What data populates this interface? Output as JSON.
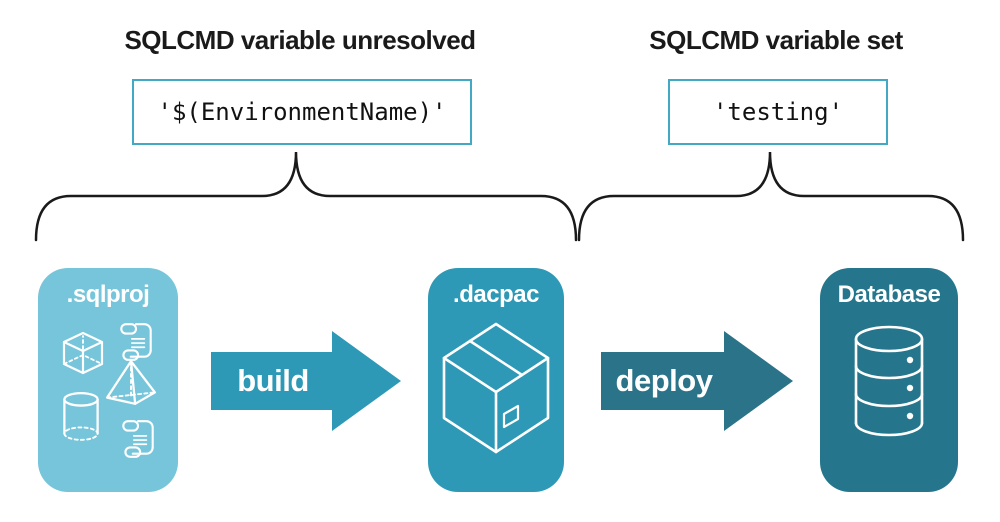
{
  "diagram": {
    "left_annotation": {
      "heading": "SQLCMD variable unresolved",
      "code": "'$(EnvironmentName)'"
    },
    "right_annotation": {
      "heading": "SQLCMD variable set",
      "code": "'testing'"
    },
    "nodes": [
      {
        "id": "sqlproj",
        "label": ".sqlproj"
      },
      {
        "id": "dacpac",
        "label": ".dacpac"
      },
      {
        "id": "database",
        "label": "Database"
      }
    ],
    "arrows": [
      {
        "id": "build",
        "label": "build"
      },
      {
        "id": "deploy",
        "label": "deploy"
      }
    ],
    "icons": [
      "scroll-icon",
      "cube-icon",
      "pyramid-icon",
      "cylinder-icon",
      "scroll-icon",
      "package-icon",
      "database-icon"
    ],
    "colors": {
      "sqlproj_bg": "#77C5DA",
      "dacpac_bg": "#2E99B6",
      "database_bg": "#25768C",
      "build_arrow": "#2E99B6",
      "deploy_arrow": "#2A7389",
      "code_border": "#43A8C3",
      "brace_stroke": "#1A1A1A"
    }
  }
}
